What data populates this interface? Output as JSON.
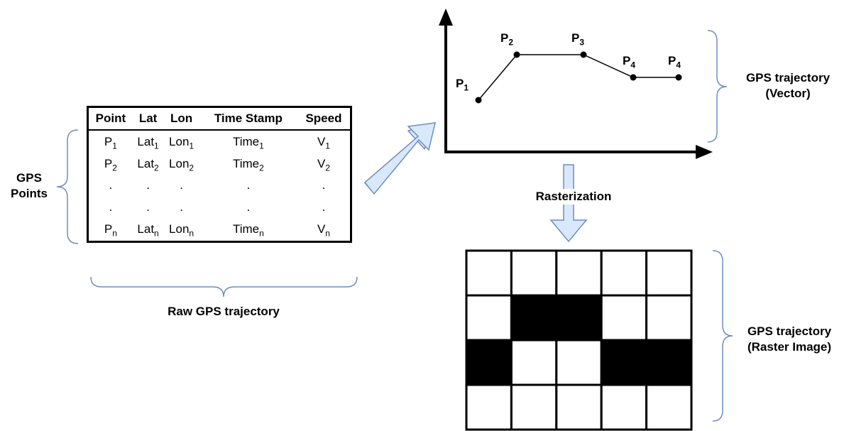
{
  "left_label": {
    "line1": "GPS",
    "line2": "Points"
  },
  "table": {
    "headers": [
      "Point",
      "Lat",
      "Lon",
      "Time Stamp",
      "Speed"
    ],
    "rows": [
      [
        [
          "P",
          "1"
        ],
        [
          "Lat",
          "1"
        ],
        [
          "Lon",
          "1"
        ],
        [
          "Time",
          "1"
        ],
        [
          "V",
          "1"
        ]
      ],
      [
        [
          "P",
          "2"
        ],
        [
          "Lat",
          "2"
        ],
        [
          "Lon",
          "2"
        ],
        [
          "Time",
          "2"
        ],
        [
          "V",
          "2"
        ]
      ],
      [
        [
          ".",
          ""
        ],
        [
          ".",
          ""
        ],
        [
          ".",
          ""
        ],
        [
          ".",
          ""
        ],
        [
          ".",
          ""
        ]
      ],
      [
        [
          ".",
          ""
        ],
        [
          ".",
          ""
        ],
        [
          ".",
          ""
        ],
        [
          ".",
          ""
        ],
        [
          ".",
          ""
        ]
      ],
      [
        [
          "P",
          "n"
        ],
        [
          "Lat",
          "n"
        ],
        [
          "Lon",
          "n"
        ],
        [
          "Time",
          "n"
        ],
        [
          "V",
          "n"
        ]
      ]
    ]
  },
  "bottom_label": "Raw GPS trajectory",
  "vector_label": {
    "line1": "GPS trajectory",
    "line2": "(Vector)"
  },
  "rasterization_label": "Rasterization",
  "raster_label": {
    "line1": "GPS trajectory",
    "line2": "(Raster Image)"
  },
  "trajectory_points": [
    {
      "name": "P",
      "sub": "1"
    },
    {
      "name": "P",
      "sub": "2"
    },
    {
      "name": "P",
      "sub": "3"
    },
    {
      "name": "P",
      "sub": "4"
    },
    {
      "name": "P",
      "sub": "4"
    }
  ],
  "raster_grid": [
    [
      0,
      0,
      0,
      0,
      0
    ],
    [
      0,
      1,
      1,
      0,
      0
    ],
    [
      1,
      0,
      0,
      1,
      1
    ],
    [
      0,
      0,
      0,
      0,
      0
    ]
  ],
  "colors": {
    "brace": "#6c8ebf",
    "arrow_fill": "#dae8fc",
    "arrow_stroke": "#6c8ebf",
    "filled_cell": "#000000"
  }
}
